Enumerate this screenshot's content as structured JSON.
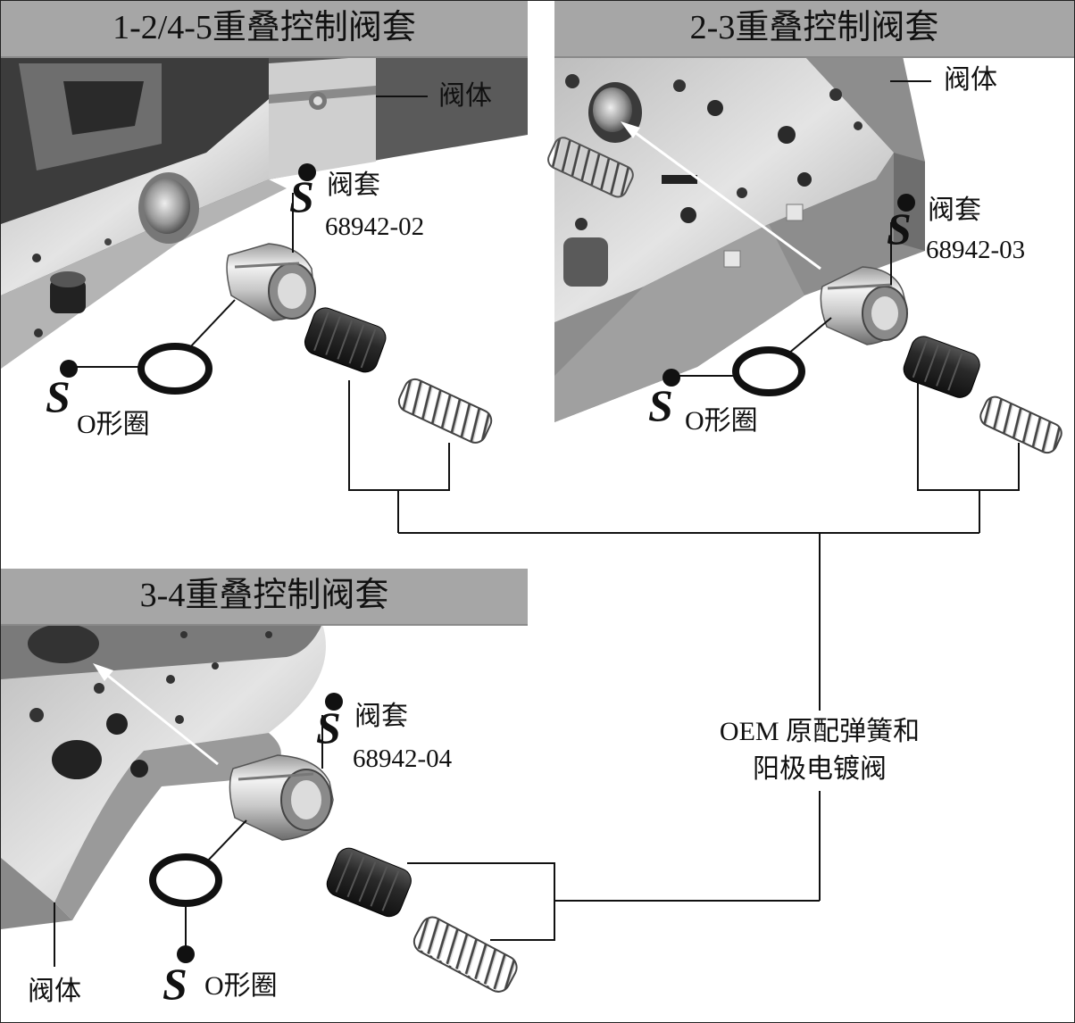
{
  "panels": {
    "p1": {
      "title": "1-2/4-5重叠控制阀套",
      "valve_body_label": "阀体",
      "sleeve_label": "阀套",
      "sleeve_part_number": "68942-02",
      "oring_label": "O形圈"
    },
    "p2": {
      "title": "2-3重叠控制阀套",
      "valve_body_label": "阀体",
      "sleeve_label": "阀套",
      "sleeve_part_number": "68942-03",
      "oring_label": "O形圈"
    },
    "p3": {
      "title": "3-4重叠控制阀套",
      "valve_body_label": "阀体",
      "sleeve_label": "阀套",
      "sleeve_part_number": "68942-04",
      "oring_label": "O形圈"
    }
  },
  "note": {
    "line1": "OEM 原配弹簧和",
    "line2": "阳极电镀阀"
  },
  "colors": {
    "title_bar": "#a6a6a6",
    "photo_dark": "#4a4a4a",
    "photo_light": "#d9d9d9",
    "line": "#111111"
  },
  "icons": [
    "sonnax-s-logo-icon",
    "valve-sleeve-icon",
    "o-ring-icon",
    "valve-plug-icon",
    "spring-icon"
  ]
}
